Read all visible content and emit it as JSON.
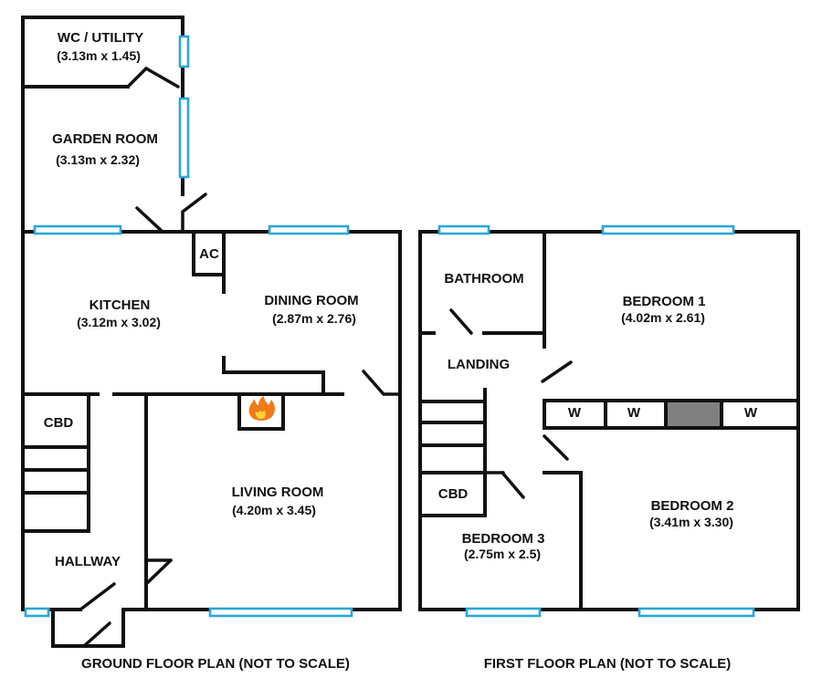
{
  "ground_floor": {
    "wc": {
      "name": "WC / UTILITY",
      "size": "(3.13m x 1.45)"
    },
    "garden_room": {
      "name": "GARDEN ROOM",
      "size": "(3.13m x 2.32)"
    },
    "kitchen": {
      "name": "KITCHEN",
      "size": "(3.12m x 3.02)"
    },
    "ac": {
      "name": "AC"
    },
    "dining_room": {
      "name": "DINING ROOM",
      "size": "(2.87m x 2.76)"
    },
    "cbd": {
      "name": "CBD"
    },
    "living_room": {
      "name": "LIVING ROOM",
      "size": "(4.20m x 3.45)"
    },
    "hallway": {
      "name": "HALLWAY"
    },
    "caption": "GROUND FLOOR PLAN (NOT TO SCALE)"
  },
  "first_floor": {
    "bathroom": {
      "name": "BATHROOM"
    },
    "landing": {
      "name": "LANDING"
    },
    "bedroom1": {
      "name": "BEDROOM 1",
      "size": "(4.02m x 2.61)"
    },
    "wardrobes": [
      "W",
      "W",
      "W"
    ],
    "cbd": {
      "name": "CBD"
    },
    "bedroom2": {
      "name": "BEDROOM 2",
      "size": "(3.41m x 3.30)"
    },
    "bedroom3": {
      "name": "BEDROOM 3",
      "size": "(2.75m x 2.5)"
    },
    "caption": "FIRST FLOOR PLAN (NOT TO SCALE)"
  },
  "colors": {
    "walls": "#111111",
    "windows": "#2aa7d6",
    "chimney": "#808080",
    "fire": "#f07a1a"
  },
  "icons": {
    "fireplace": "fire-icon"
  }
}
